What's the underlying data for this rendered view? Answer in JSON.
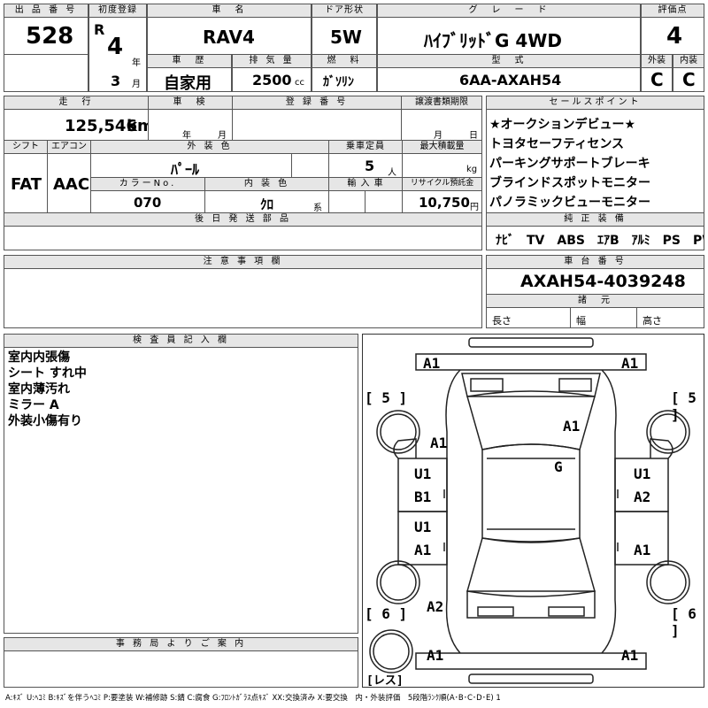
{
  "top": {
    "lot_label": "出 品 番 号",
    "lot_number": "528",
    "first_reg_label": "初度登録",
    "era": "R",
    "year": "4",
    "year_unit": "年",
    "month": "3",
    "month_unit": "月",
    "car_name_label": "車　名",
    "car_name": "RAV4",
    "door_label": "ドア形状",
    "doors": "5W",
    "grade_label": "グ　レ　ー　ド",
    "grade": "ﾊｲﾌﾞﾘｯﾄﾞG 4WD",
    "score_label": "評価点",
    "score": "4",
    "history_label": "車　歴",
    "history": "自家用",
    "displacement_label": "排 気 量",
    "displacement": "2500",
    "displacement_unit": "cc",
    "fuel_label": "燃　料",
    "fuel": "ｶﾞｿﾘﾝ",
    "model_label": "型　式",
    "model": "6AA-AXAH54",
    "exterior_label": "外装",
    "exterior": "C",
    "interior_label": "内装",
    "interior": "C"
  },
  "mid": {
    "mileage_label": "走　行",
    "mileage": "125,546",
    "mileage_unit": "km",
    "inspection_label": "車　検",
    "insp_year_unit": "年",
    "insp_month_unit": "月",
    "reg_label": "登 録 番 号",
    "transfer_label": "譲渡書類期限",
    "transfer_month_unit": "月",
    "transfer_day_unit": "日",
    "shift_label": "シフト",
    "shift": "FAT",
    "ac_label": "エアコン",
    "ac": "AAC",
    "ext_color_label": "外 装 色",
    "ext_color": "ﾊﾟｰﾙ",
    "capacity_label": "乗車定員",
    "capacity": "5",
    "capacity_unit": "人",
    "load_label": "最大積載量",
    "load_unit": "kg",
    "color_no_label": "カラーNo.",
    "color_no": "070",
    "int_color_label": "内 装 色",
    "int_color": "ｸﾛ",
    "int_color_unit": "系",
    "import_label": "輸 入 車",
    "recycle_label": "リサイクル預託金",
    "recycle": "10,750",
    "recycle_unit": "円",
    "later_parts_label": "後 日 発 送 部 品"
  },
  "sales": {
    "label": "セールスポイント",
    "points": [
      "★オークションデビュー★",
      "トヨタセーフティセンス",
      "パーキングサポートブレーキ",
      "ブラインドスポットモニター",
      "パノラミックビューモニター"
    ],
    "equipment_label": "純 正 装 備",
    "equipment": "ﾅﾋﾞ　TV　ABS　ｴｱB　ｱﾙﾐ　PS　PW"
  },
  "notes": {
    "label": "注 意 事 項 欄"
  },
  "chassis": {
    "label": "車 台 番 号",
    "number": "AXAH54-4039248",
    "specs_label": "諸　元",
    "length_label": "長さ",
    "width_label": "幅",
    "height_label": "高さ"
  },
  "inspector": {
    "label": "検 査 員 記 入 欄",
    "lines": [
      "室内内張傷",
      "シート すれ中",
      "室内薄汚れ",
      "ミラー A",
      "外装小傷有り"
    ]
  },
  "office": {
    "label": "事 務 局 よ り ご 案 内"
  },
  "diagram": {
    "marks": {
      "fl_corner": "A1",
      "fr_corner": "A1",
      "hood_left": "A1",
      "roof": "A1",
      "windshield": "G",
      "l_front_door_top": "U1",
      "l_front_door_bot": "B1",
      "r_front_door_top": "U1",
      "r_front_door_bot": "A2",
      "l_rear_door_top": "U1",
      "l_rear_door_bot": "A1",
      "r_rear_door": "A1",
      "l_rear_quarter": "A2",
      "rl_corner": "A1",
      "rr_corner": "A1"
    },
    "tire_fl": "5",
    "tire_fr": "5",
    "tire_rl": "6",
    "tire_rr": "6",
    "spare": "レス"
  },
  "legend": "A:ｷｽﾞ U:ﾍｺﾐ B:ｷｽﾞを伴うﾍｺﾐ P:要塗装 W:補修跡 S:錆 C:腐食 G:ﾌﾛﾝﾄｶﾞﾗｽ点ｷｽﾞ XX:交換済み X:要交換　内・外装評価　5段階ﾗﾝｸ順(A･B･C･D･E) 1"
}
